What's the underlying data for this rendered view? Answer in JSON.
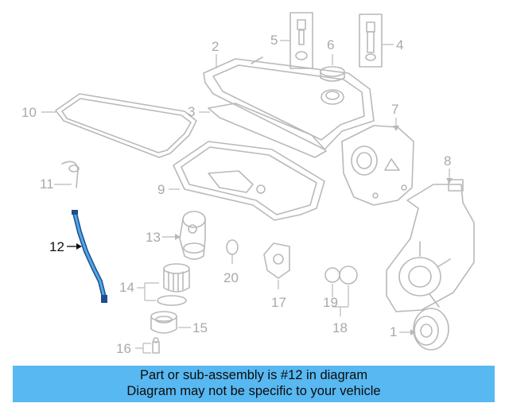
{
  "callouts": {
    "c1": "1",
    "c2": "2",
    "c3": "3",
    "c4": "4",
    "c5": "5",
    "c6": "6",
    "c7": "7",
    "c8": "8",
    "c9": "9",
    "c10": "10",
    "c11": "11",
    "c12": "12",
    "c13": "13",
    "c14": "14",
    "c15": "15",
    "c16": "16",
    "c17": "17",
    "c18": "18",
    "c19": "19",
    "c20": "20"
  },
  "highlighted_part": "12",
  "colors": {
    "highlight": "#4fa9e8",
    "banner": "#58b8f1",
    "line_art": "#b9b9b9"
  },
  "banner": {
    "line1": "Part or sub-assembly is #12 in diagram",
    "line2": "Diagram may not be specific to your vehicle"
  }
}
